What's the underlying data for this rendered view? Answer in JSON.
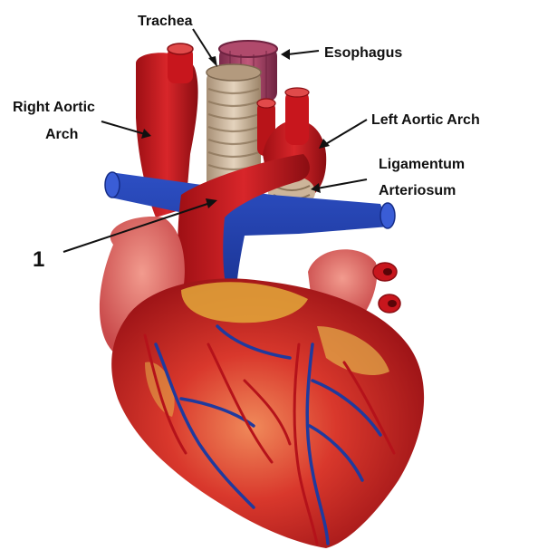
{
  "labels": {
    "trachea": "Trachea",
    "esophagus": "Esophagus",
    "right_aortic_arch_line1": "Right Aortic",
    "right_aortic_arch_line2": "Arch",
    "left_aortic_arch": "Left Aortic Arch",
    "ligamentum_line1": "Ligamentum",
    "ligamentum_line2": "Arteriosum",
    "number_marker": "1"
  },
  "colors": {
    "artery_red": "#c8161d",
    "vein_blue": "#1b3aa6",
    "heart_red": "#d4272b",
    "fat_yellow": "#e3a83a",
    "trachea_tan": "#cdb59a",
    "esophagus_pink": "#9a3a5c"
  }
}
